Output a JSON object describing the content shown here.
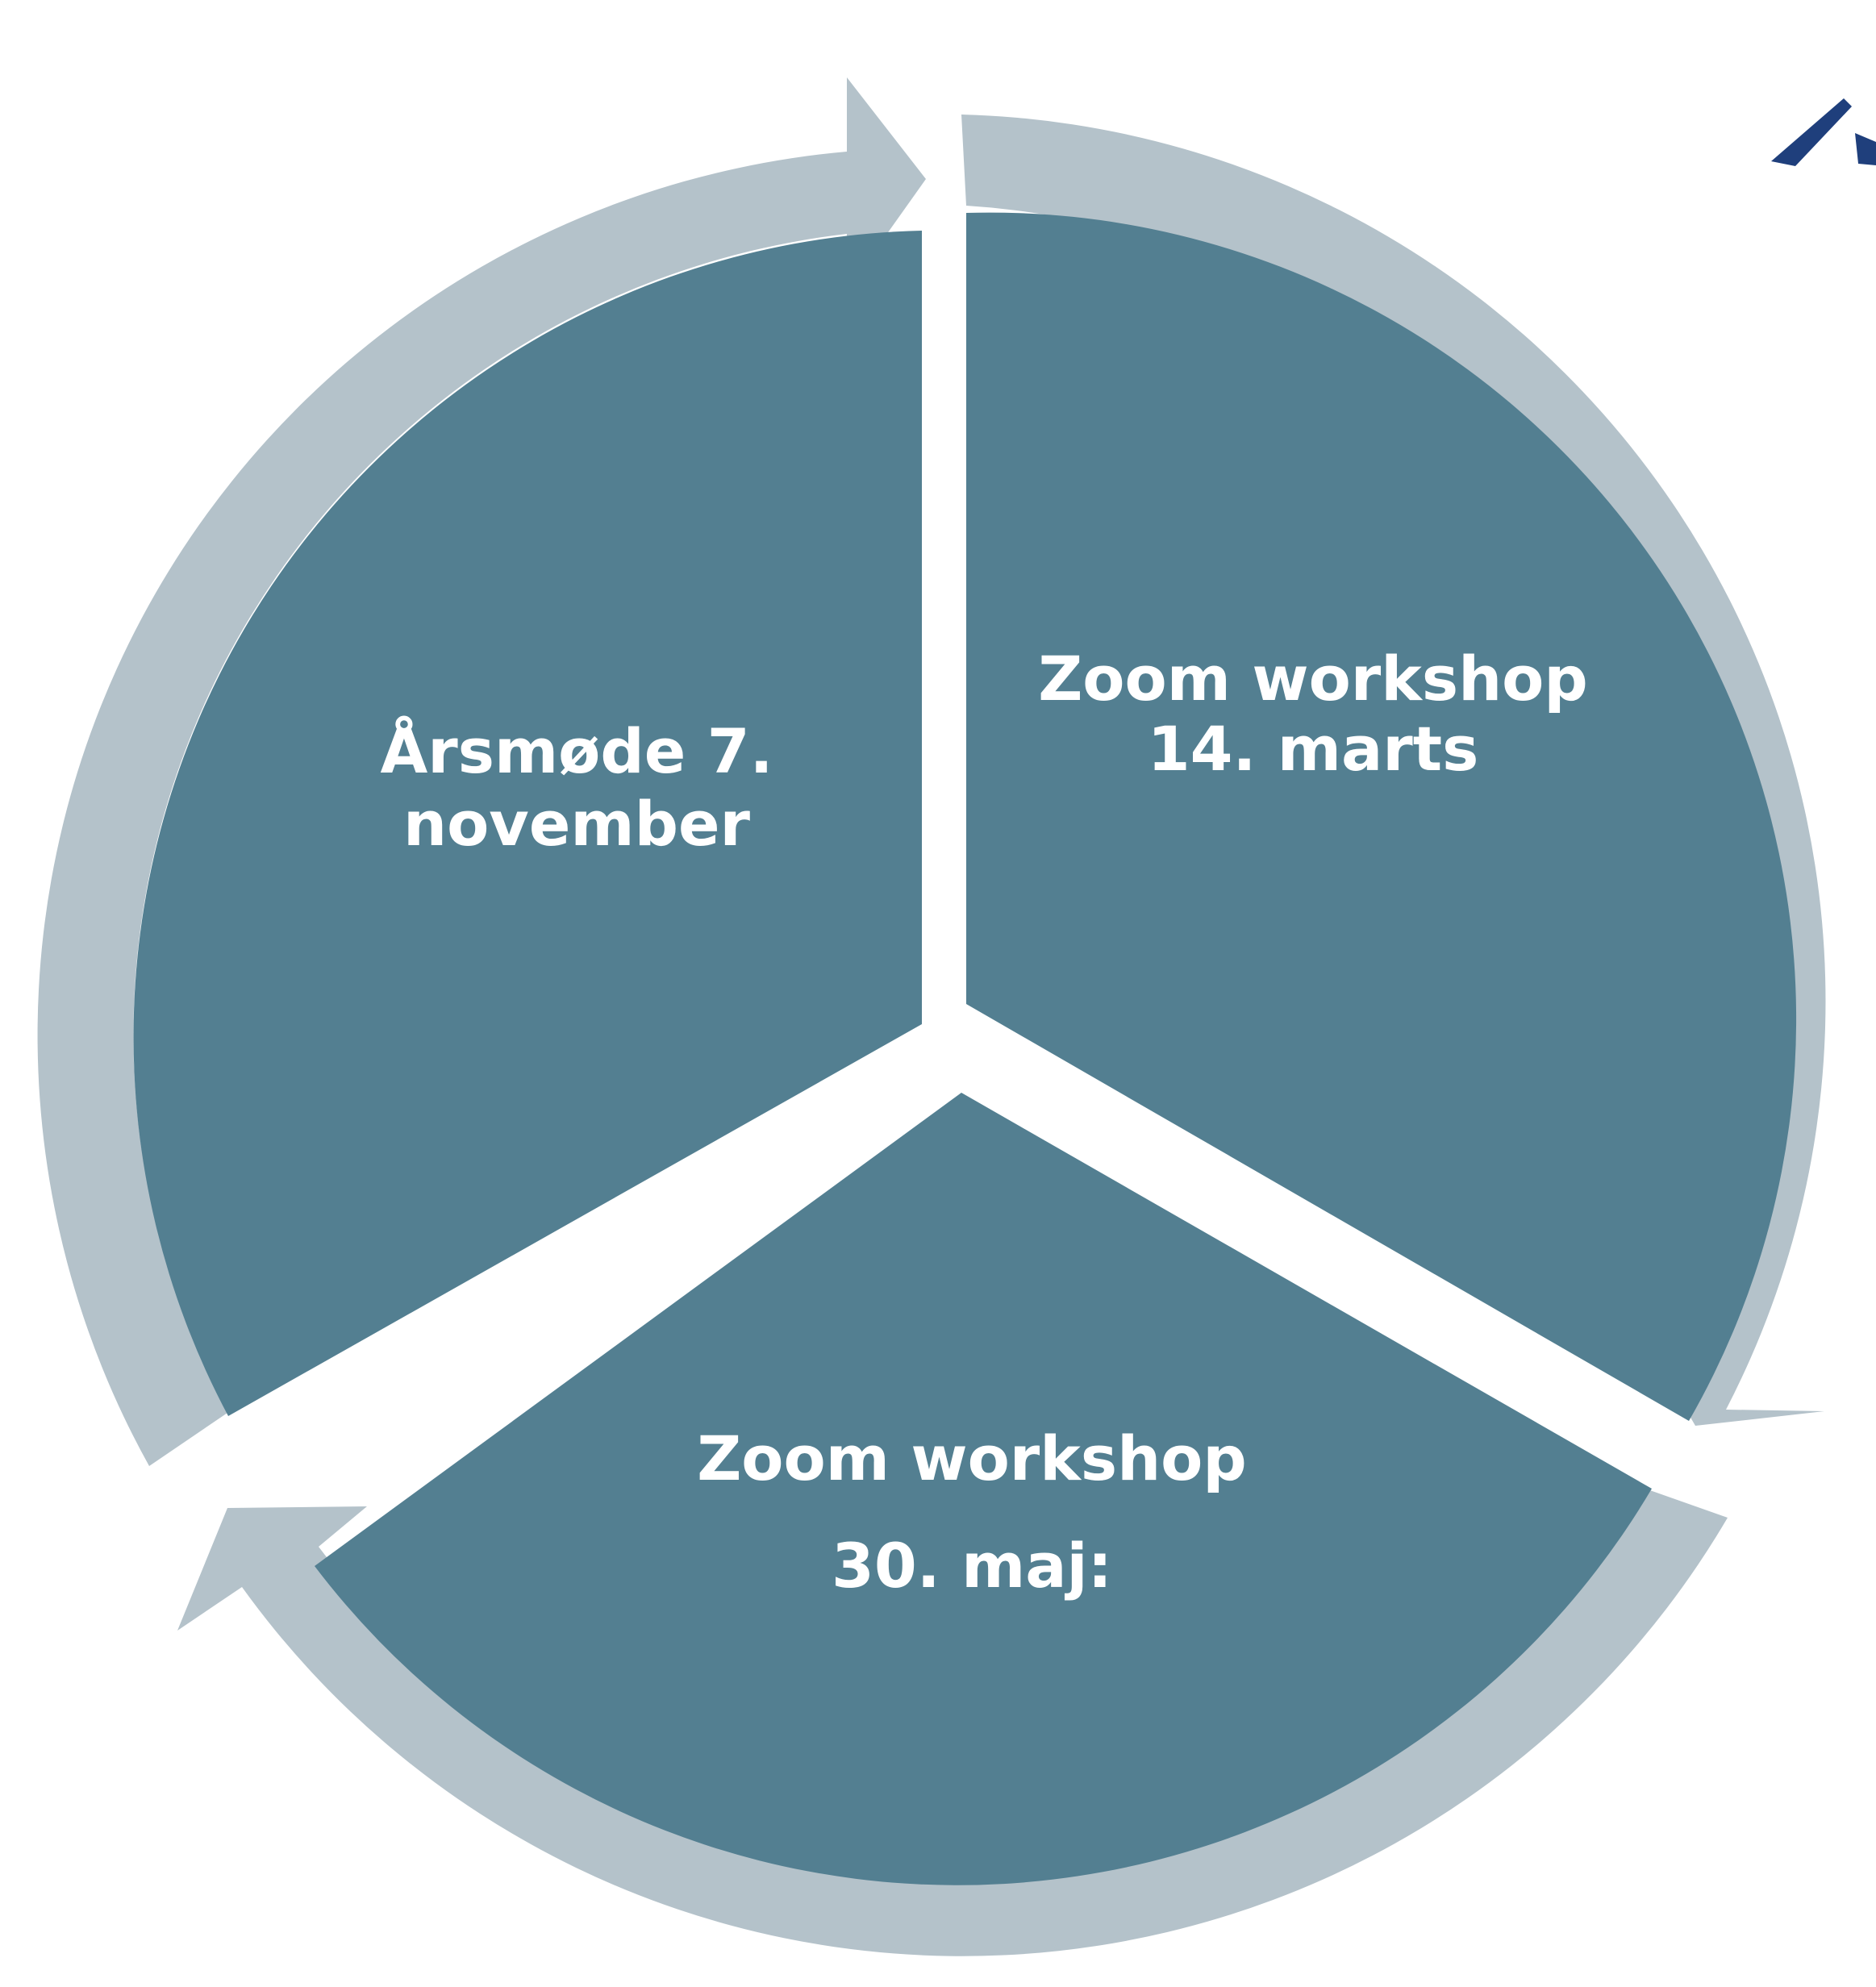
{
  "colors": {
    "background": "#ffffff",
    "segment_fill": "#537f91",
    "ring_fill": "#b4c2ca",
    "logo_fill": "#1f3f7c",
    "text": "#ffffff"
  },
  "logo": {
    "icon": "partial-logo-icon"
  },
  "segments": [
    {
      "id": "top-right",
      "lines": [
        "Zoom workshop",
        "14. marts"
      ]
    },
    {
      "id": "bottom",
      "lines": [
        "Zoom workshop",
        "30. maj:"
      ]
    },
    {
      "id": "top-left",
      "lines": [
        "Årsmøde 7.",
        "november"
      ]
    }
  ]
}
